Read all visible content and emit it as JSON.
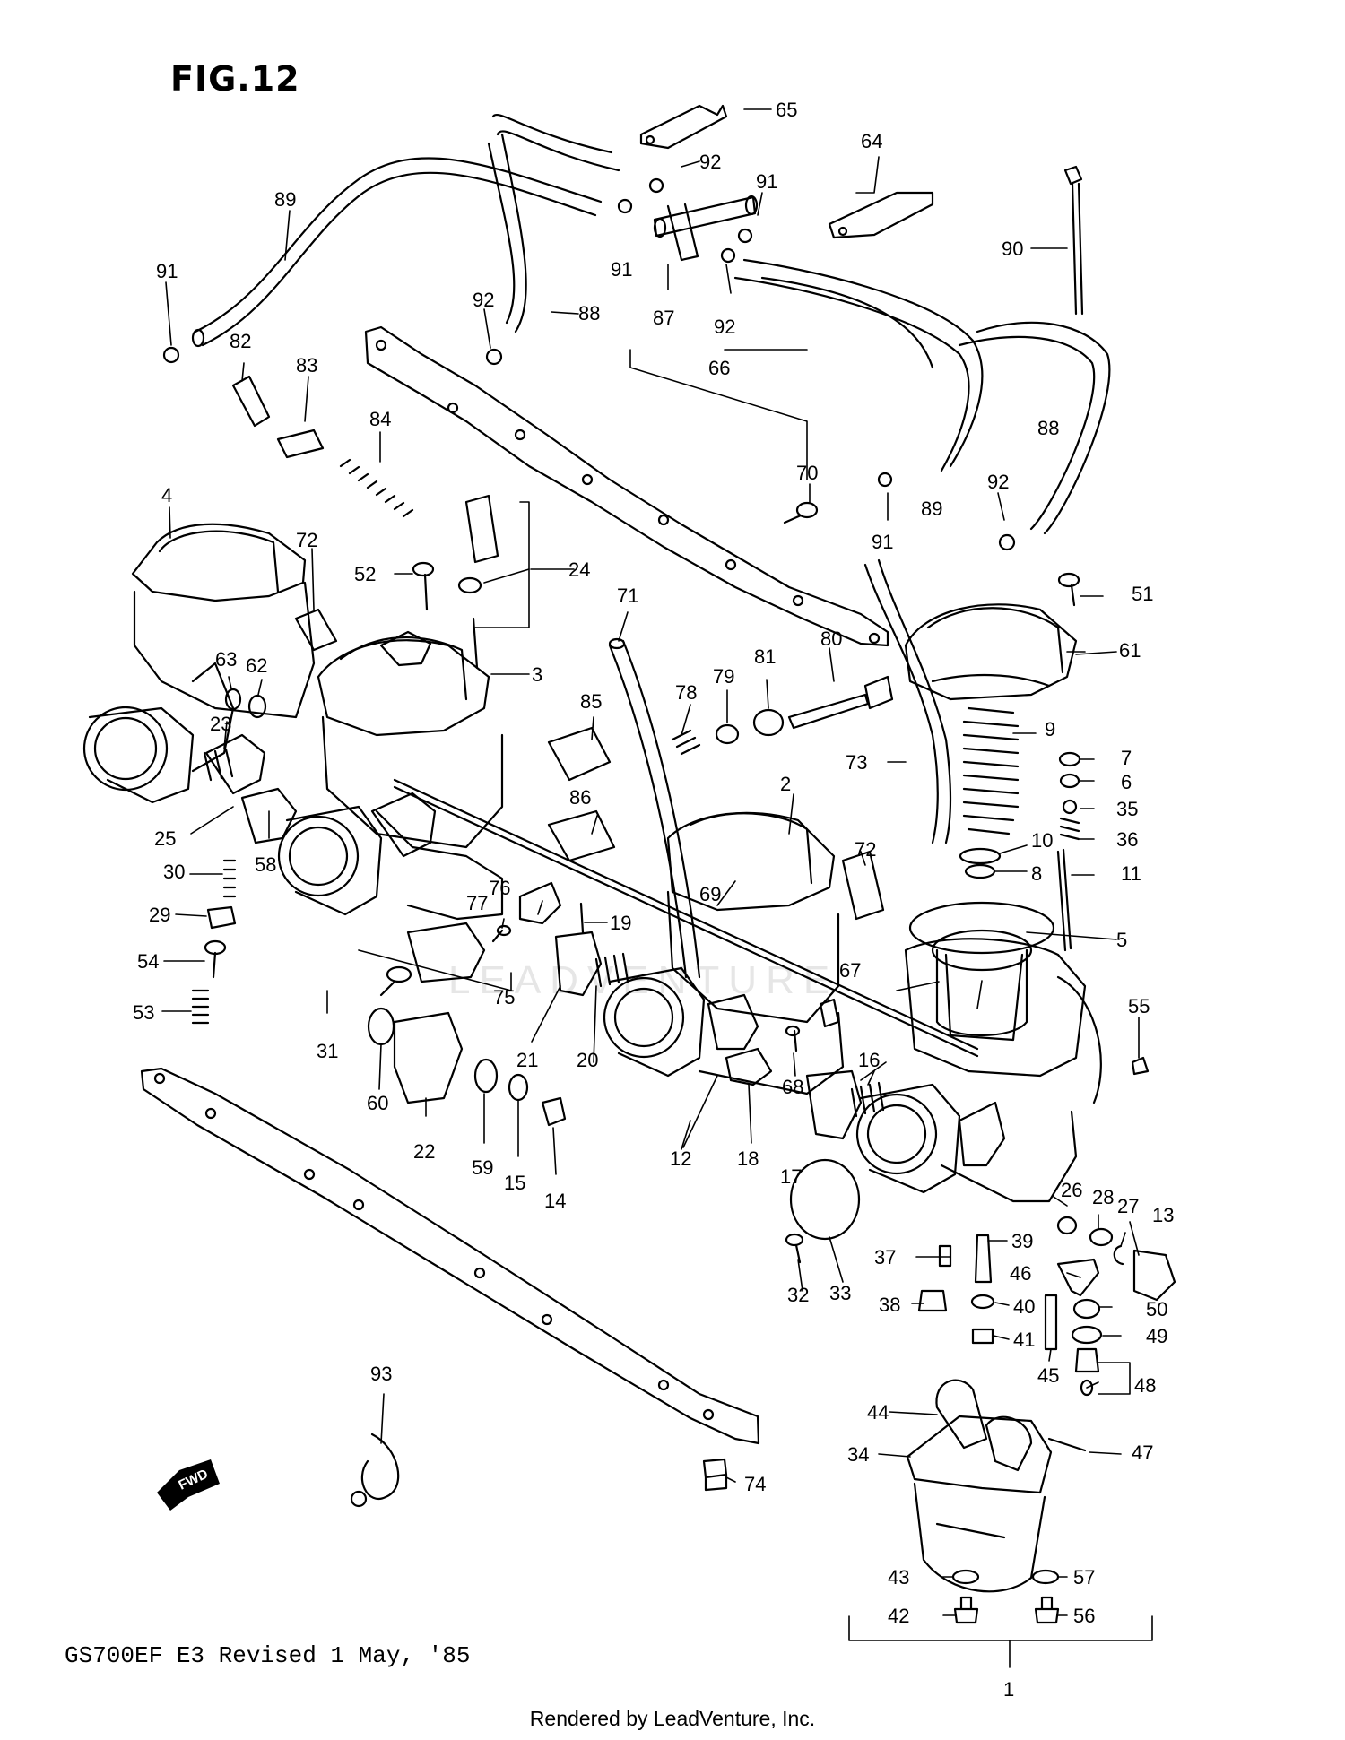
{
  "figure": {
    "title": "FIG.12",
    "model_line": "GS700EF E3  Revised 1 May, '85",
    "credit": "Rendered by LeadVenture, Inc.",
    "watermark": "LEADVENTURE",
    "fwd_marker": "FWD"
  },
  "part_labels": {
    "p1": "1",
    "p2": "2",
    "p3": "3",
    "p4": "4",
    "p5": "5",
    "p6": "6",
    "p7": "7",
    "p8": "8",
    "p9": "9",
    "p10": "10",
    "p11": "11",
    "p12": "12",
    "p13": "13",
    "p14": "14",
    "p15": "15",
    "p16": "16",
    "p17": "17",
    "p18": "18",
    "p19": "19",
    "p20": "20",
    "p21": "21",
    "p22": "22",
    "p23": "23",
    "p24": "24",
    "p25": "25",
    "p26": "26",
    "p27": "27",
    "p28": "28",
    "p29": "29",
    "p30": "30",
    "p31": "31",
    "p32": "32",
    "p33": "33",
    "p34": "34",
    "p35": "35",
    "p36": "36",
    "p37": "37",
    "p38": "38",
    "p39": "39",
    "p40": "40",
    "p41": "41",
    "p42": "42",
    "p43": "43",
    "p44": "44",
    "p45": "45",
    "p46": "46",
    "p47": "47",
    "p48": "48",
    "p49": "49",
    "p50": "50",
    "p51": "51",
    "p52": "52",
    "p53": "53",
    "p54": "54",
    "p55": "55",
    "p56": "56",
    "p57": "57",
    "p58": "58",
    "p59": "59",
    "p60": "60",
    "p61": "61",
    "p62": "62",
    "p63": "63",
    "p64": "64",
    "p65": "65",
    "p66": "66",
    "p67": "67",
    "p68": "68",
    "p69": "69",
    "p70": "70",
    "p71": "71",
    "p72a": "72",
    "p72b": "72",
    "p73": "73",
    "p74": "74",
    "p75": "75",
    "p76": "76",
    "p77": "77",
    "p78": "78",
    "p79": "79",
    "p80": "80",
    "p81": "81",
    "p82": "82",
    "p83": "83",
    "p84": "84",
    "p85": "85",
    "p86": "86",
    "p87": "87",
    "p88a": "88",
    "p88b": "88",
    "p89a": "89",
    "p89b": "89",
    "p90": "90",
    "p91a": "91",
    "p91b": "91",
    "p91c": "91",
    "p91d": "91",
    "p92a": "92",
    "p92b": "92",
    "p92c": "92",
    "p92d": "92",
    "p93": "93"
  },
  "colors": {
    "ink": "#000000",
    "paper": "#ffffff",
    "watermark": "#e6e6e6"
  }
}
